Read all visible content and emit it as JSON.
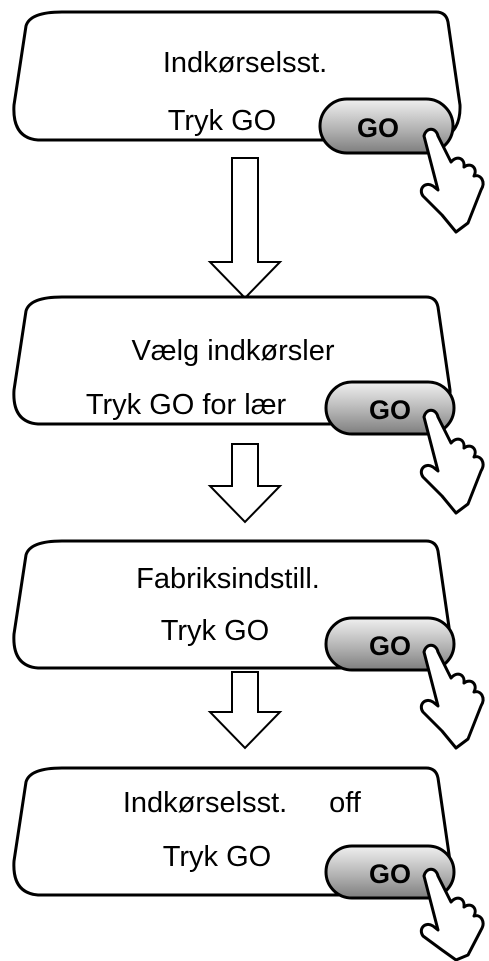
{
  "screens": [
    {
      "line1": "Indkørselsst.",
      "line2": "Tryk GO",
      "button": "GO"
    },
    {
      "line1": "Vælg indkørsler",
      "line2": "Tryk GO for lær",
      "button": "GO"
    },
    {
      "line1": "Fabriksindstill.",
      "line2": "Tryk GO",
      "button": "GO"
    },
    {
      "line1": "Indkørselsst.",
      "line1_value": "off",
      "line2": "Tryk GO",
      "button": "GO"
    }
  ],
  "colors": {
    "stroke": "#000000",
    "button_fill_light": "#eeeeee",
    "button_fill_dark": "#8a8a8a"
  },
  "icons": {
    "flow_arrow": "down-arrow-icon",
    "pointer": "pointing-hand-icon"
  }
}
